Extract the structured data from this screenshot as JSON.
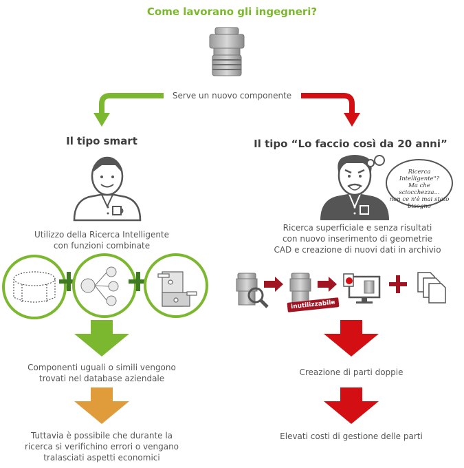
{
  "title": "Come lavorano gli ingegneri?",
  "need": "Serve un nuovo componente",
  "colors": {
    "green": "#7cb82f",
    "red": "#d40f14",
    "orange": "#e09c3a",
    "dark_red": "#a11422",
    "gray": "#6e6e6e"
  },
  "smart": {
    "heading": "Il tipo smart",
    "description": [
      "Utilizzo della Ricerca Intelligente",
      "con funzioni combinate"
    ],
    "result": [
      "Componenti uguali o simili vengono",
      "trovati nel database aziendale"
    ],
    "caveat": [
      "Tuttavia è possibile che durante la",
      "ricerca si verifichino errori o vengano",
      "tralasciati aspetti economici"
    ]
  },
  "old": {
    "heading": "Il tipo “Lo faccio così da 20 anni”",
    "thought": [
      "Ricerca Intelligente\"?",
      "Ma che sciocchezza...",
      "non ce n'è mai stato",
      "bisogno"
    ],
    "description": [
      "Ricerca superficiale e senza risultati",
      "con nuovo inserimento di geometrie",
      "CAD e creazione di nuovi dati in archivio"
    ],
    "stamp": "inutilizzabile",
    "result": "Creazione di parti doppie",
    "consequence": "Elevati costi di gestione delle parti"
  }
}
